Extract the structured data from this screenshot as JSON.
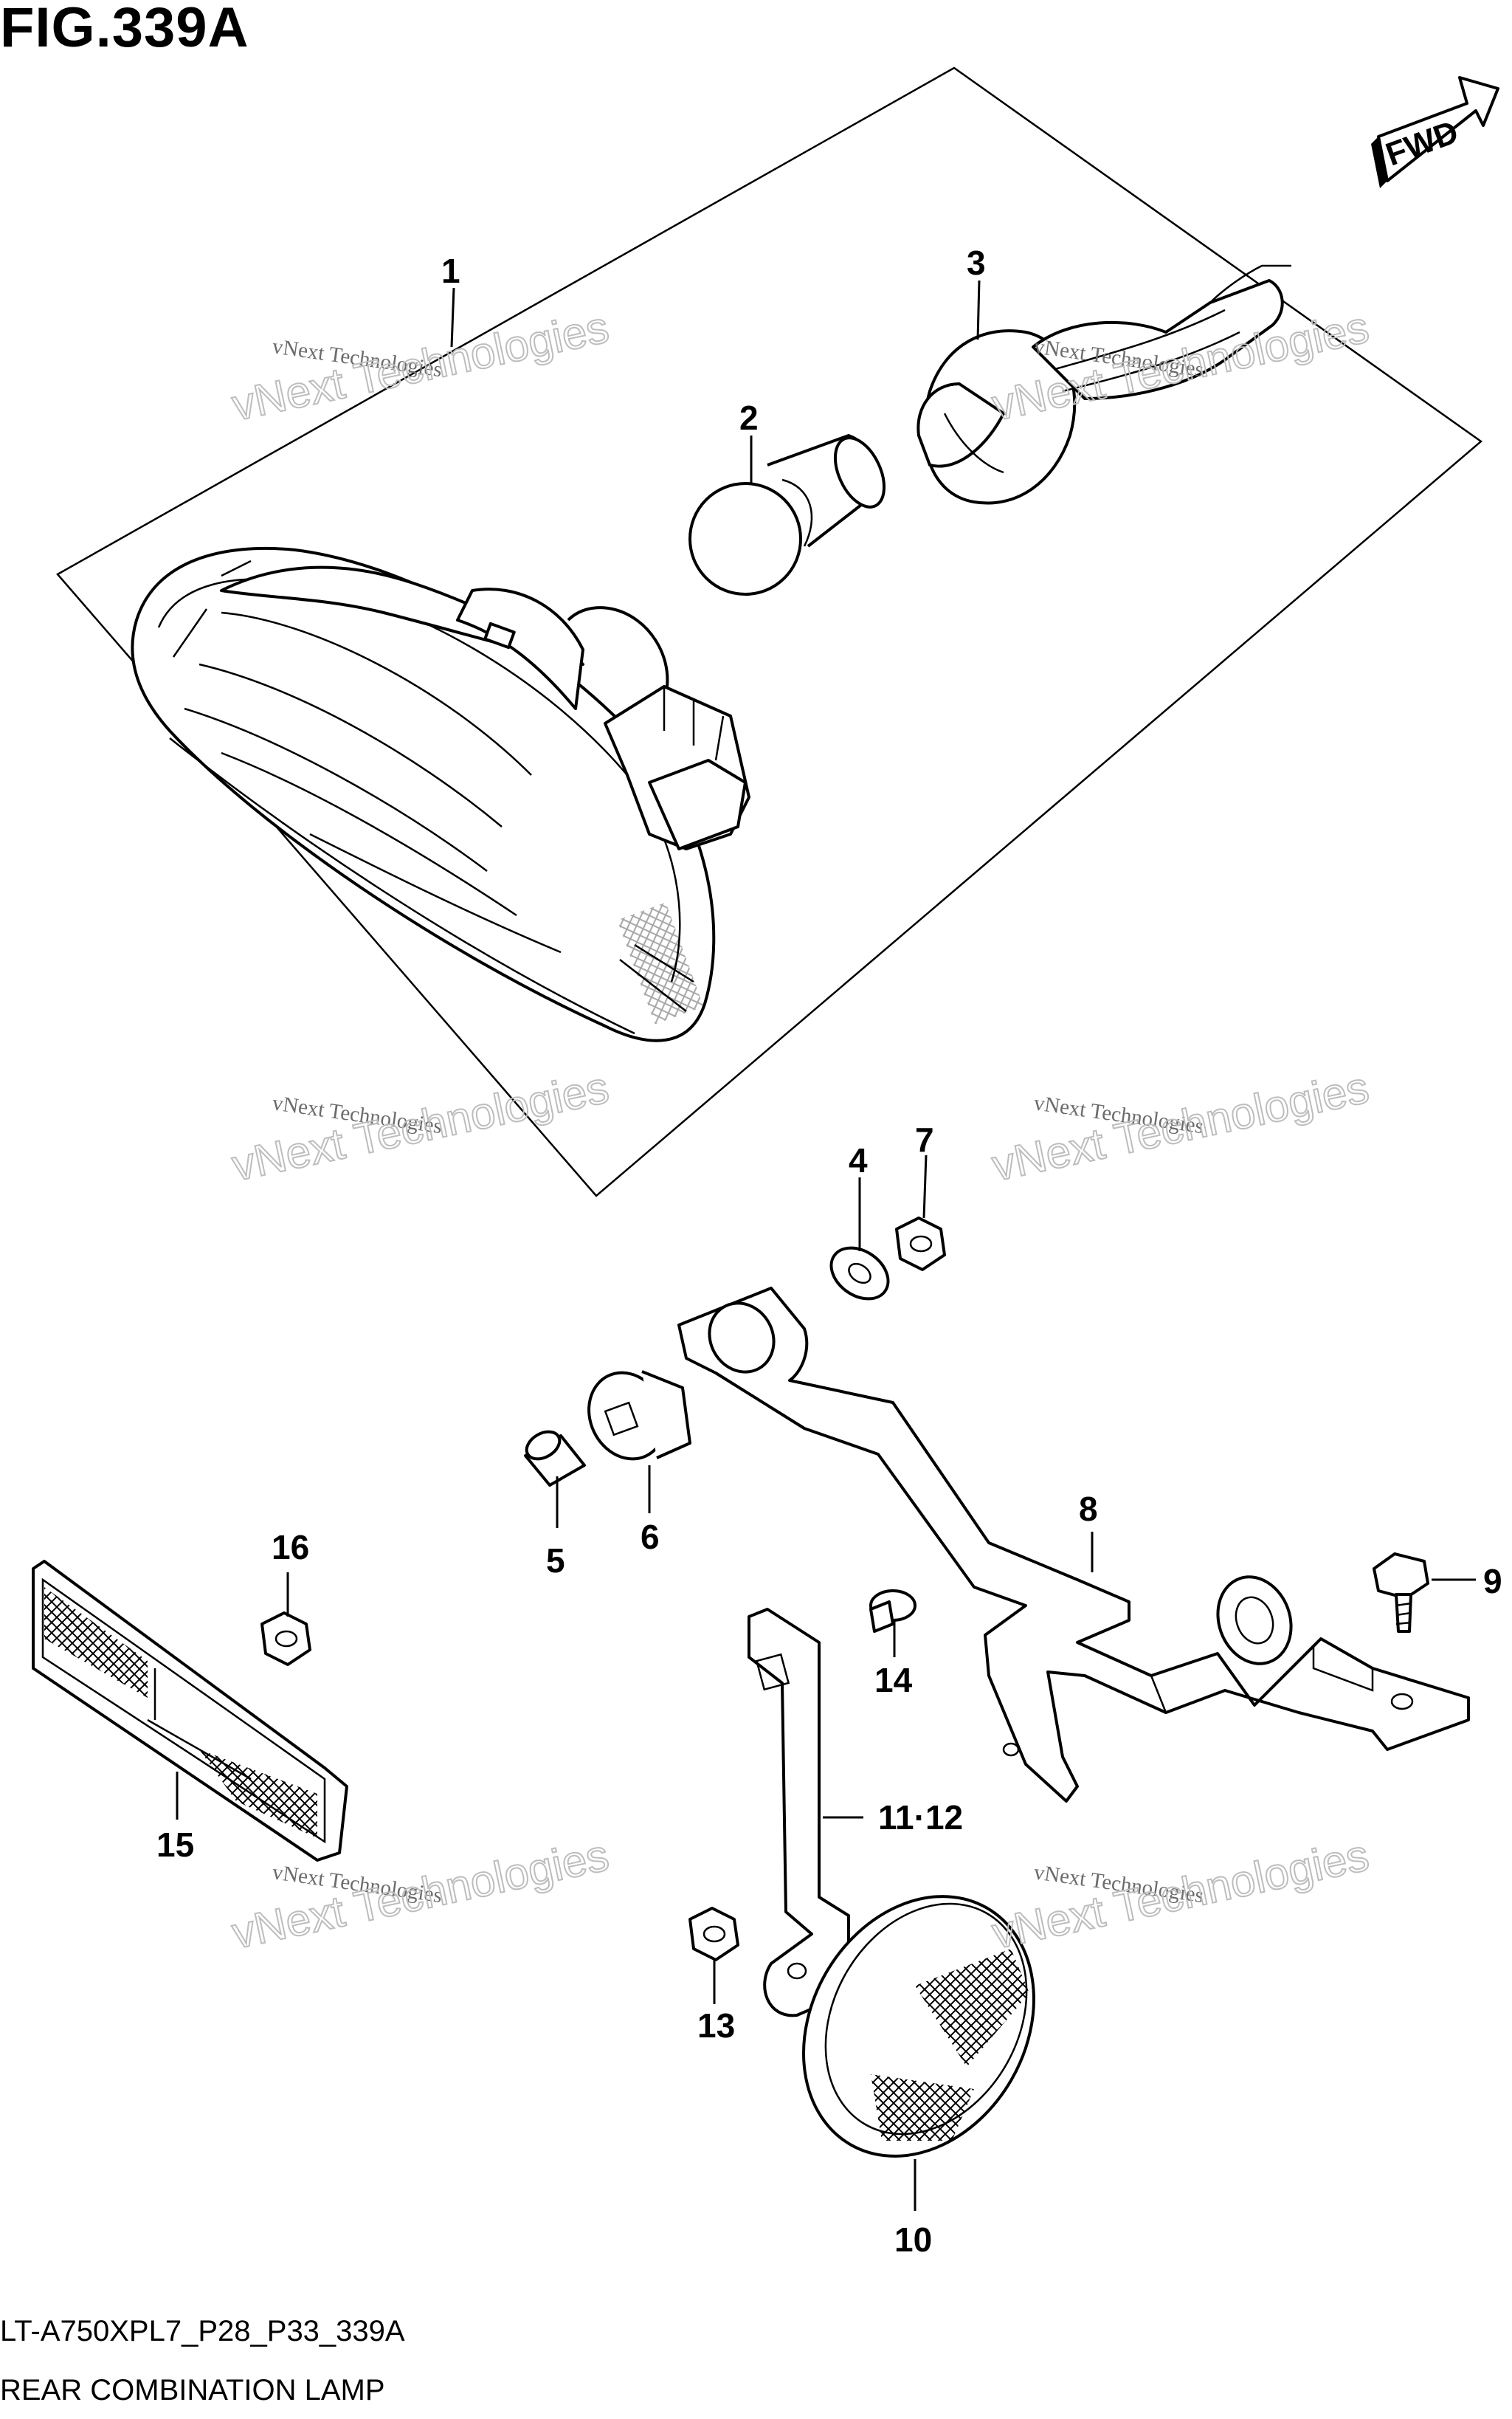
{
  "figure": {
    "title": "FIG.339A",
    "code": "LT-A750XPL7_P28_P33_339A",
    "name": "REAR COMBINATION LAMP",
    "direction_label": "FWD"
  },
  "watermark": {
    "small": "vNext Technologies",
    "big": "vNext Technologies"
  },
  "callouts": [
    {
      "id": "1",
      "label": "1"
    },
    {
      "id": "2",
      "label": "2"
    },
    {
      "id": "3",
      "label": "3"
    },
    {
      "id": "4",
      "label": "4"
    },
    {
      "id": "5",
      "label": "5"
    },
    {
      "id": "6",
      "label": "6"
    },
    {
      "id": "7",
      "label": "7"
    },
    {
      "id": "8",
      "label": "8"
    },
    {
      "id": "9",
      "label": "9"
    },
    {
      "id": "10",
      "label": "10"
    },
    {
      "id": "11-12",
      "label": "11·12"
    },
    {
      "id": "13",
      "label": "13"
    },
    {
      "id": "14",
      "label": "14"
    },
    {
      "id": "15",
      "label": "15"
    },
    {
      "id": "16",
      "label": "16"
    }
  ]
}
